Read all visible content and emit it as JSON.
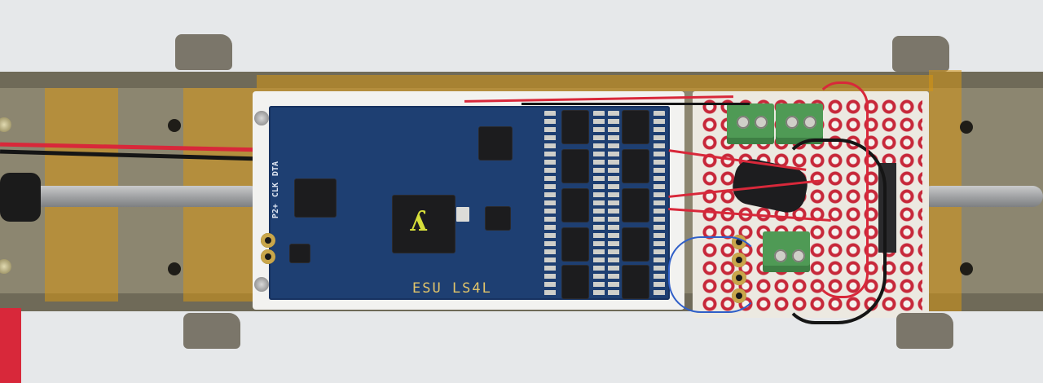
{
  "scene": {
    "description": "Photograph: sound/lighting decoder board installed on a model locomotive chassis with wiring to a perfboard",
    "decoder_board": {
      "silkscreen_label": "ESU LS4L",
      "edge_pin_labels": [
        "DTA",
        "CLK",
        "P2+"
      ],
      "mcu_marking": "ʎ"
    },
    "colors": {
      "background": "#e6e8ea",
      "pcb_blue": "#1e3f72",
      "kapton_tape": "#d6961a",
      "terminal_green": "#4f9a55",
      "wire_red": "#d8283a",
      "wire_black": "#151515",
      "perfboard_pad": "#c7283a"
    }
  }
}
